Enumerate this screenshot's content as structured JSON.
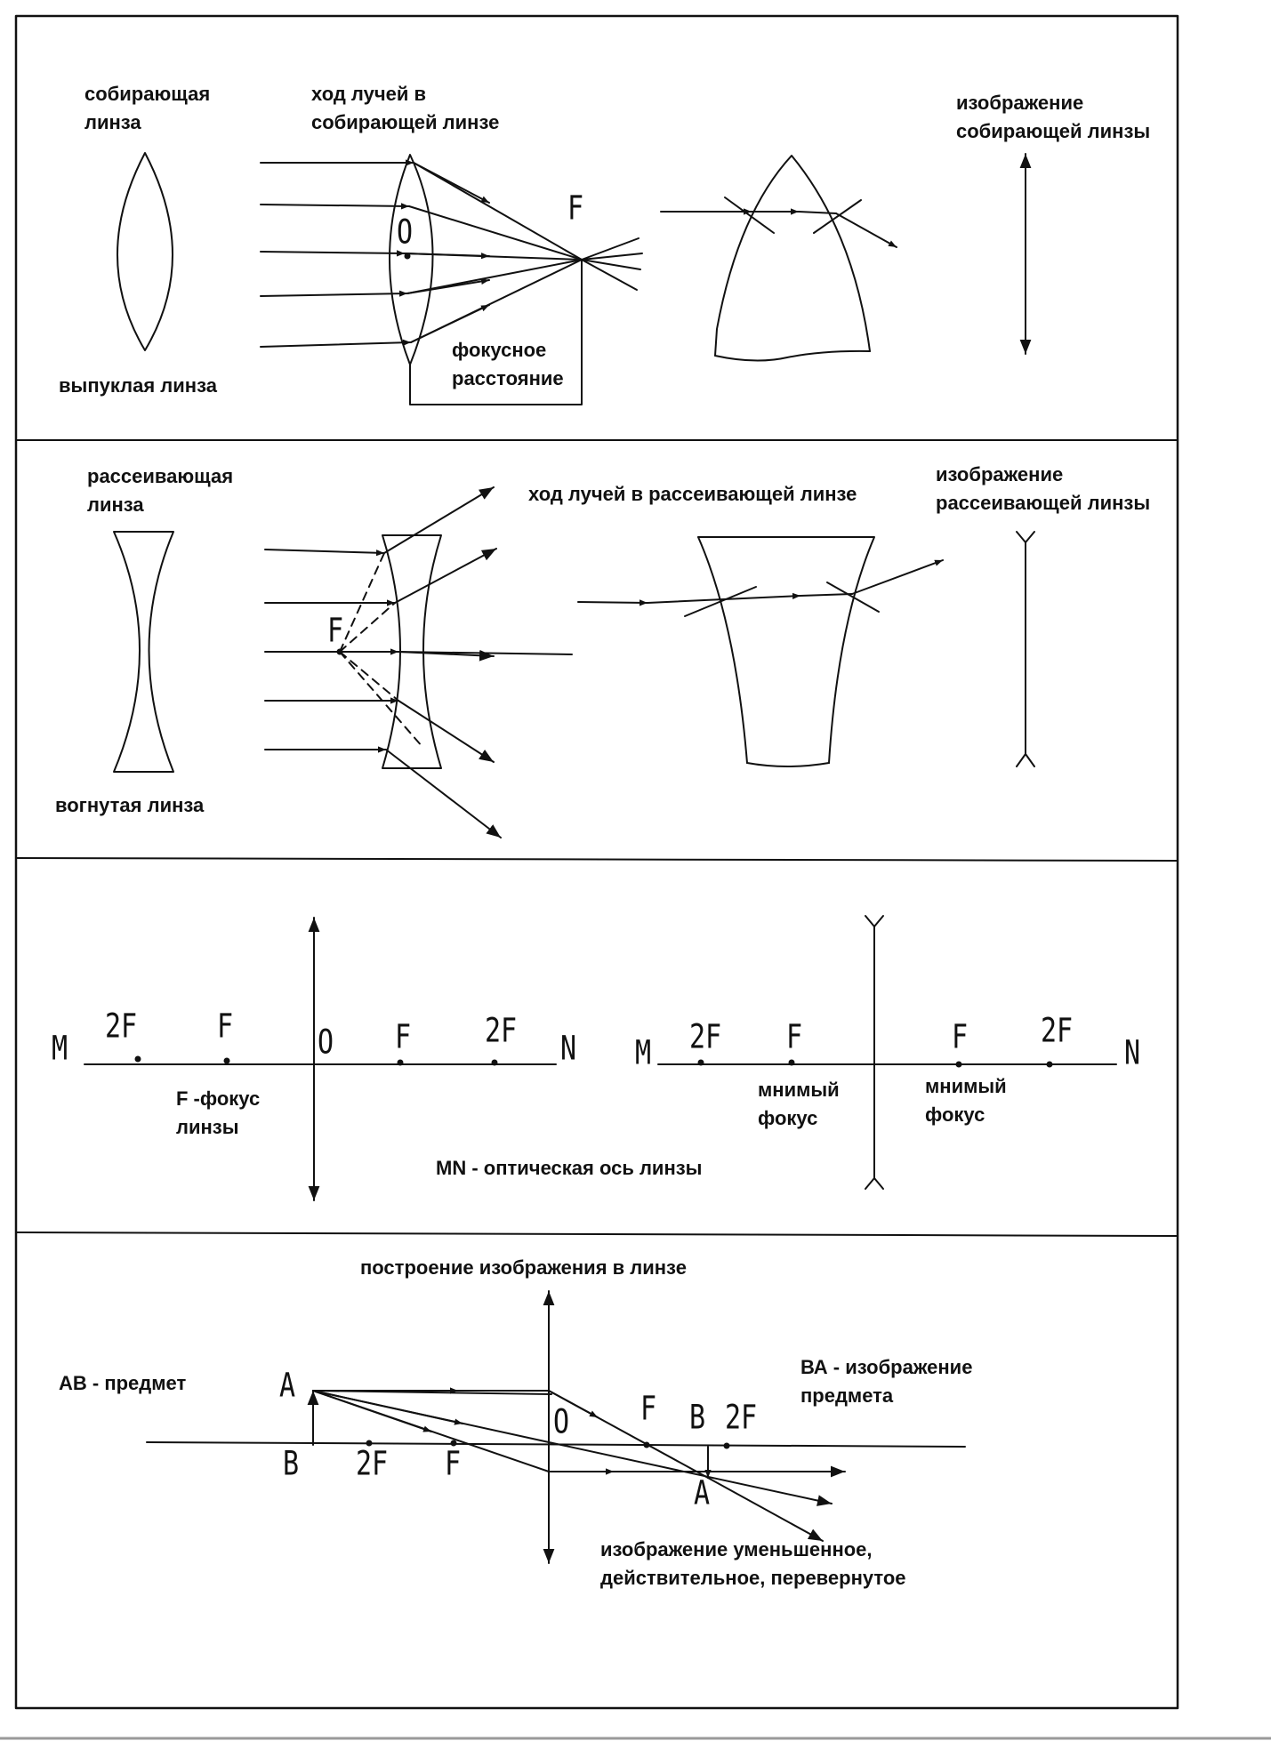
{
  "sec1": {
    "converging_lens": "собирающая\nлинза",
    "convex_lens": "выпуклая линза",
    "ray_path": "ход лучей в\nсобирающей линзе",
    "focal_length": "фокусное\nрасстояние",
    "lens_symbol": "изображение\nсобирающей линзы",
    "center_letter": "O",
    "focus_letter": "F"
  },
  "sec2": {
    "diverging_lens": "рассеивающая\nлинза",
    "concave_lens": "вогнутая линза",
    "ray_path": "ход лучей в рассеивающей линзе",
    "lens_symbol": "изображение\nрассеивающей линзы",
    "focus_letter": "F"
  },
  "sec3": {
    "left_axis": {
      "M": "M",
      "N": "N",
      "p2F_left": "2F",
      "F_left": "F",
      "O": "O",
      "F_right": "F",
      "p2F_right": "2F"
    },
    "right_axis": {
      "M": "M",
      "N": "N",
      "p2F_left": "2F",
      "F_left": "F",
      "F_right": "F",
      "p2F_right": "2F"
    },
    "focus_note": "F -фокус\nлинзы",
    "virtual_focus_left": "мнимый\nфокус",
    "virtual_focus_right": "мнимый\nфокус",
    "axis_note": "MN - оптическая ось линзы"
  },
  "sec4": {
    "title": "построение изображения в линзе",
    "object_note": "АВ - предмет",
    "image_note": "ВА - изображение\nпредмета",
    "result_note": "изображение уменьшенное,\nдействительное, перевернутое",
    "A": "A",
    "B": "B",
    "p2F": "2F",
    "F": "F",
    "O": "O",
    "F_right": "F",
    "B_img": "B",
    "p2F_right": "2F",
    "A_img": "A"
  }
}
